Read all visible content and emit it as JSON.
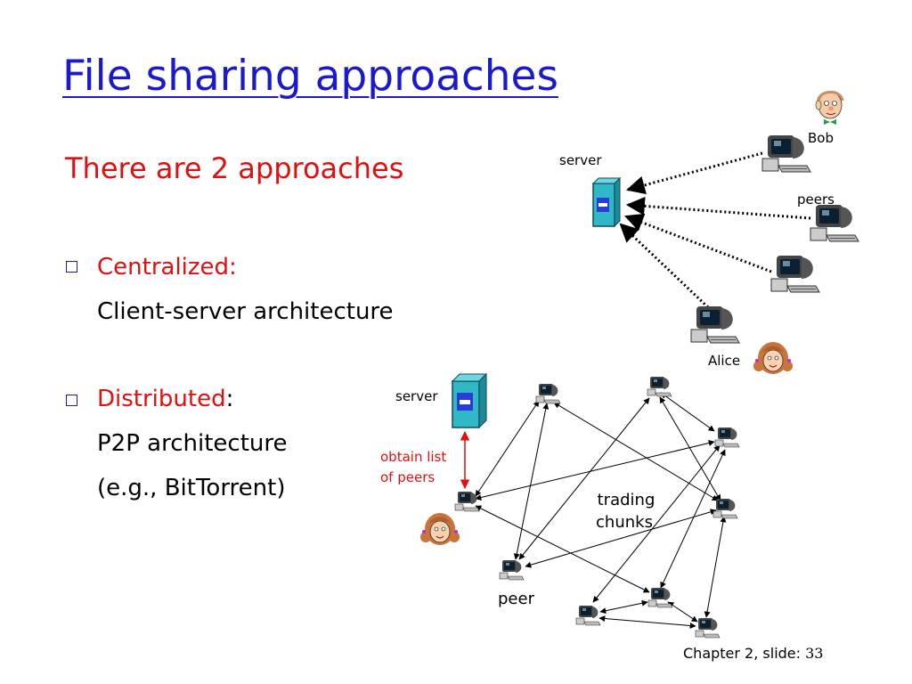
{
  "slide": {
    "title": "File sharing approaches",
    "intro": "There are 2 approaches",
    "bullets": [
      {
        "heading": "Centralized:",
        "lines": [
          "Client-server architecture"
        ]
      },
      {
        "heading": "Distributed",
        "suffix": ":",
        "lines": [
          "P2P architecture",
          "(e.g., BitTorrent)"
        ]
      }
    ],
    "footer": {
      "label": "Chapter 2, slide:",
      "number": "33"
    }
  },
  "diagram_top": {
    "server_label": "server",
    "peers_label": "peers",
    "bob_label": "Bob",
    "alice_label": "Alice"
  },
  "diagram_bottom": {
    "server_label": "server",
    "obtain_line1": "obtain list",
    "obtain_line2": "of peers",
    "trading_line1": "trading",
    "trading_line2": "chunks",
    "peer_label": "peer"
  },
  "colors": {
    "title": "#1a1acc",
    "accent_red": "#e01010",
    "server_body": "#30b8c8",
    "server_panel": "#2a3cd8",
    "arrow": "#000000",
    "obtain_arrow": "#e01010"
  },
  "icons": [
    "server-icon",
    "computer-icon",
    "person-icon"
  ]
}
